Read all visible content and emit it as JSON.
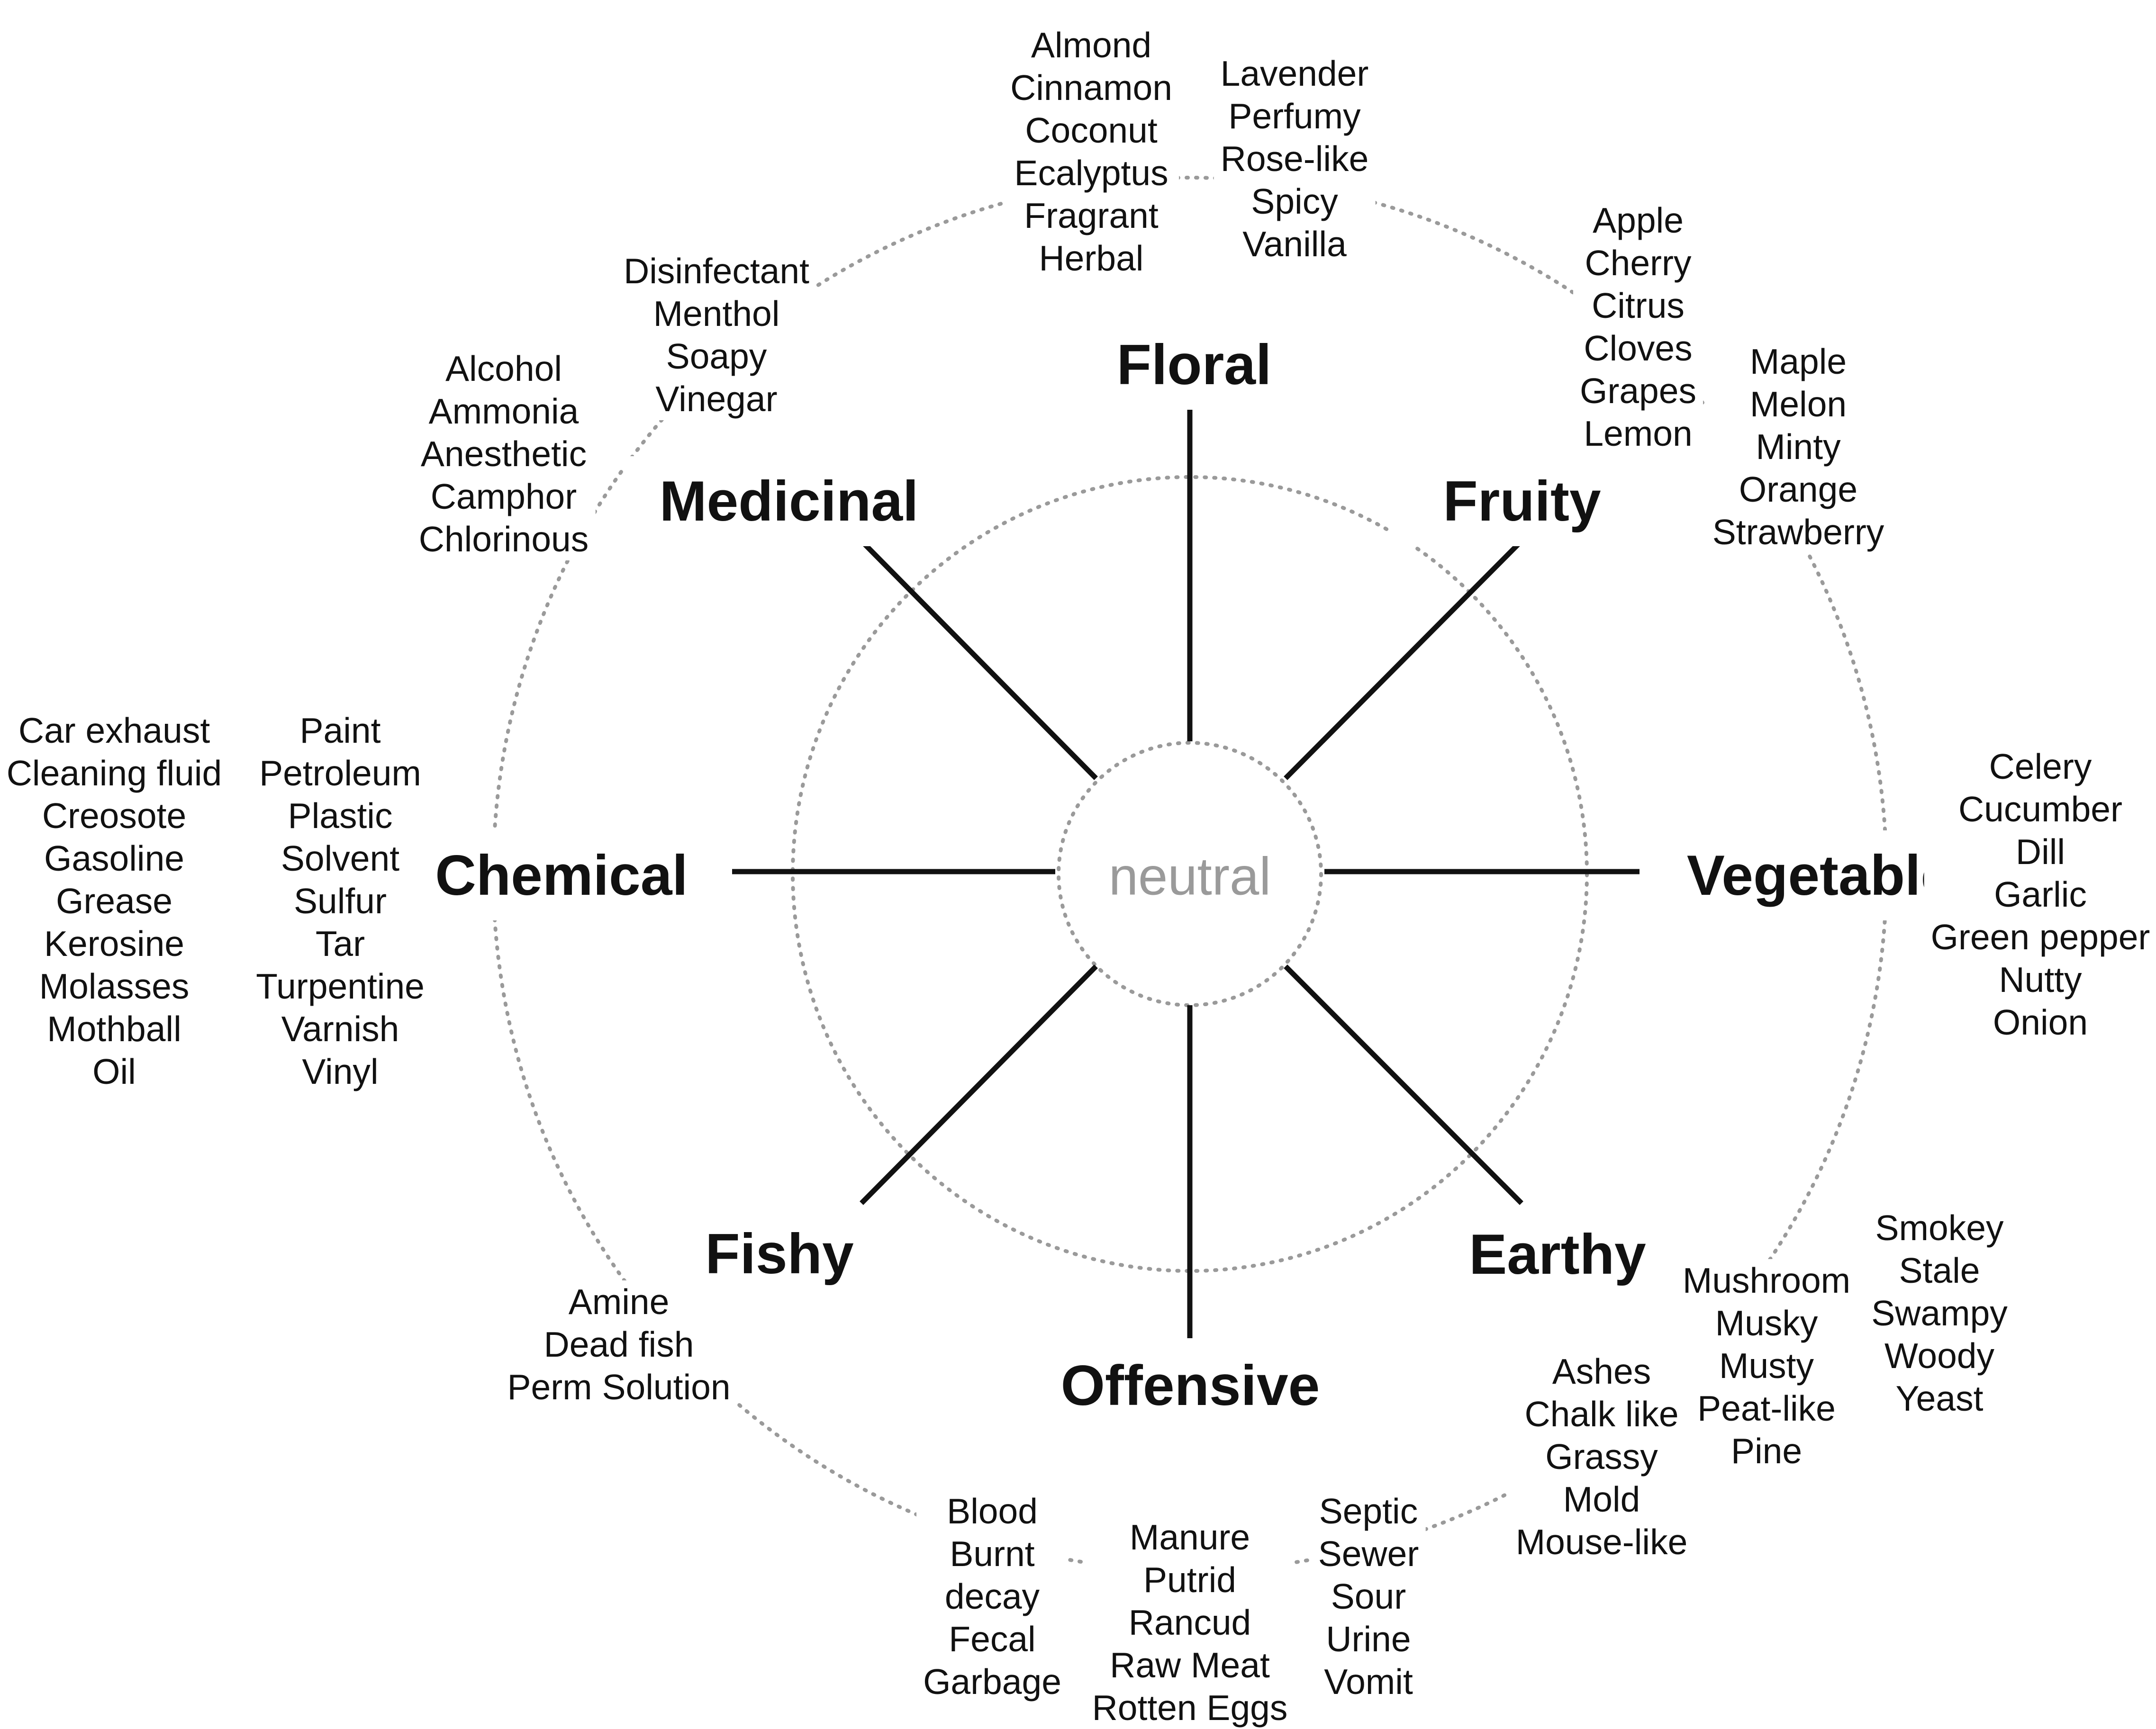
{
  "center_label": "neutral",
  "categories": [
    {
      "id": "floral",
      "label": "Floral"
    },
    {
      "id": "fruity",
      "label": "Fruity"
    },
    {
      "id": "vegetable",
      "label": "Vegetable"
    },
    {
      "id": "earthy",
      "label": "Earthy"
    },
    {
      "id": "offensive",
      "label": "Offensive"
    },
    {
      "id": "fishy",
      "label": "Fishy"
    },
    {
      "id": "chemical",
      "label": "Chemical"
    },
    {
      "id": "medicinal",
      "label": "Medicinal"
    }
  ],
  "descriptor_groups": [
    {
      "category": "floral",
      "items": [
        "Almond",
        "Cinnamon",
        "Coconut",
        "Ecalyptus",
        "Fragrant",
        "Herbal"
      ]
    },
    {
      "category": "floral",
      "items": [
        "Lavender",
        "Perfumy",
        "Rose-like",
        "Spicy",
        "Vanilla"
      ]
    },
    {
      "category": "fruity",
      "items": [
        "Apple",
        "Cherry",
        "Citrus",
        "Cloves",
        "Grapes",
        "Lemon"
      ]
    },
    {
      "category": "fruity",
      "items": [
        "Maple",
        "Melon",
        "Minty",
        "Orange",
        "Strawberry"
      ]
    },
    {
      "category": "vegetable",
      "items": [
        "Celery",
        "Cucumber",
        "Dill",
        "Garlic",
        "Green pepper",
        "Nutty",
        "Onion"
      ]
    },
    {
      "category": "earthy",
      "items": [
        "Smokey",
        "Stale",
        "Swampy",
        "Woody",
        "Yeast"
      ]
    },
    {
      "category": "earthy",
      "items": [
        "Mushroom",
        "Musky",
        "Musty",
        "Peat-like",
        "Pine"
      ]
    },
    {
      "category": "earthy",
      "items": [
        "Ashes",
        "Chalk like",
        "Grassy",
        "Mold",
        "Mouse-like"
      ]
    },
    {
      "category": "offensive",
      "items": [
        "Septic",
        "Sewer",
        "Sour",
        "Urine",
        "Vomit"
      ]
    },
    {
      "category": "offensive",
      "items": [
        "Manure",
        "Putrid",
        "Rancud",
        "Raw Meat",
        "Rotten Eggs"
      ]
    },
    {
      "category": "offensive",
      "items": [
        "Blood",
        "Burnt",
        "decay",
        "Fecal",
        "Garbage"
      ]
    },
    {
      "category": "fishy",
      "items": [
        "Amine",
        "Dead fish",
        "Perm Solution"
      ]
    },
    {
      "category": "chemical",
      "items": [
        "Car exhaust",
        "Cleaning fluid",
        "Creosote",
        "Gasoline",
        "Grease",
        "Kerosine",
        "Molasses",
        "Mothball",
        "Oil"
      ]
    },
    {
      "category": "chemical",
      "items": [
        "Paint",
        "Petroleum",
        "Plastic",
        "Solvent",
        "Sulfur",
        "Tar",
        "Turpentine",
        "Varnish",
        "Vinyl"
      ]
    },
    {
      "category": "medicinal",
      "items": [
        "Alcohol",
        "Ammonia",
        "Anesthetic",
        "Camphor",
        "Chlorinous"
      ]
    },
    {
      "category": "medicinal",
      "items": [
        "Disinfectant",
        "Menthol",
        "Soapy",
        "Vinegar"
      ]
    }
  ],
  "colors": {
    "line": "#111111",
    "ring": "#9a9a9a",
    "center_text": "#9a9a9a",
    "text": "#111111"
  }
}
